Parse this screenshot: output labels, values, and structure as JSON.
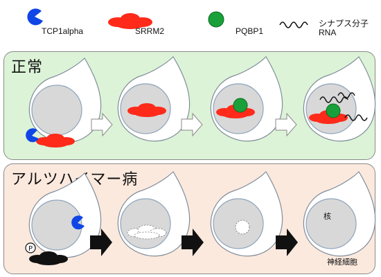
{
  "legend": {
    "tcp1alpha": "TCP1alpha",
    "srrm2": "SRRM2",
    "pqbp1": "PQBP1",
    "synapse_rna_line1": "シナプス分子",
    "synapse_rna_line2": "RNA"
  },
  "panels": {
    "normal_title": "正常",
    "ad_title": "アルツハイマー病"
  },
  "labels": {
    "nucleus": "核",
    "neuron": "神経細胞",
    "phospho": "P"
  },
  "colors": {
    "normal_bg": "#dcf3d7",
    "ad_bg": "#fbe9de",
    "srrm2": "#ff2a1a",
    "pqbp1": "#1aa03a",
    "tcp1alpha": "#1046e6",
    "nucleus": "#d8d8d8"
  }
}
